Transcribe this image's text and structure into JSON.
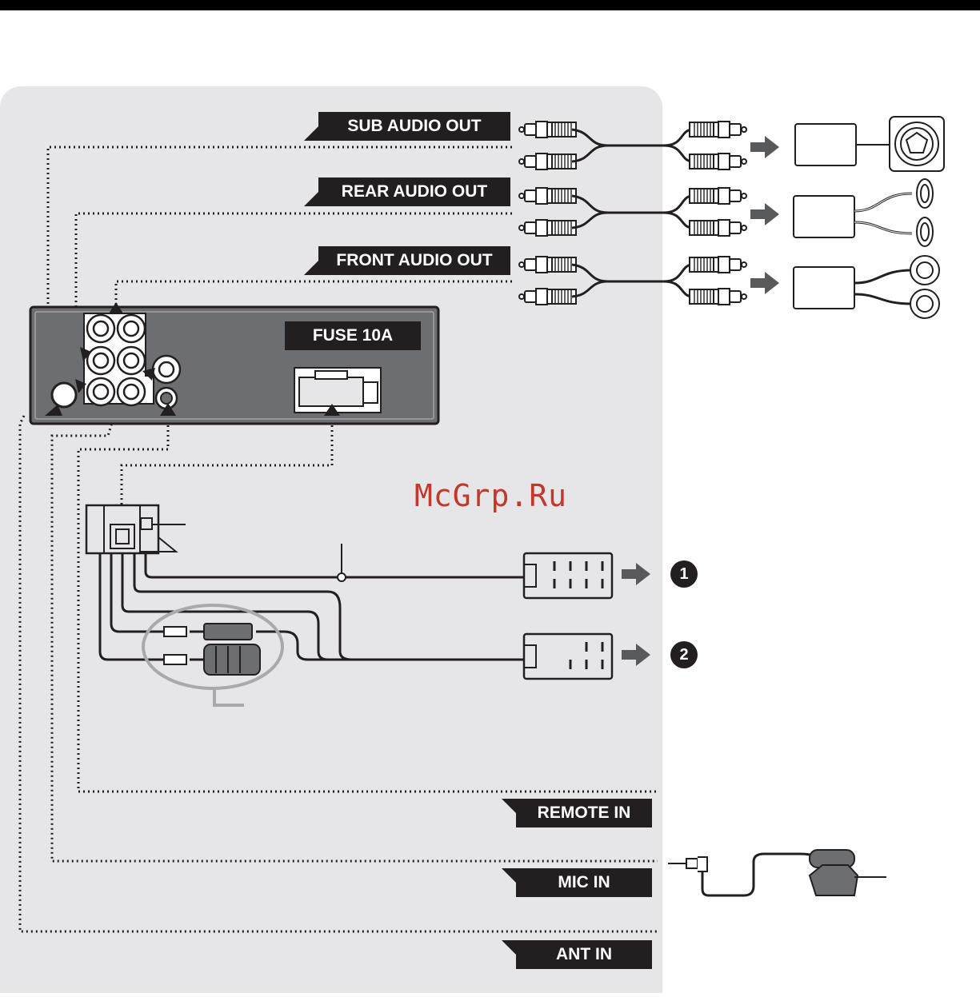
{
  "labels": {
    "sub_audio_out": "SUB AUDIO OUT",
    "rear_audio_out": "REAR AUDIO OUT",
    "front_audio_out": "FRONT AUDIO OUT",
    "fuse": "FUSE 10A",
    "remote_in": "REMOTE IN",
    "mic_in": "MIC IN",
    "ant_in": "ANT IN"
  },
  "callouts": {
    "one": "1",
    "two": "2"
  },
  "watermark": "McGrp.Ru",
  "colors": {
    "panel": "#e6e6e8",
    "tag": "#231f20",
    "arrow": "#58595b",
    "line": "#231f20",
    "highlight_ring": "#a7a9ac",
    "watermark": "#c0392b"
  }
}
